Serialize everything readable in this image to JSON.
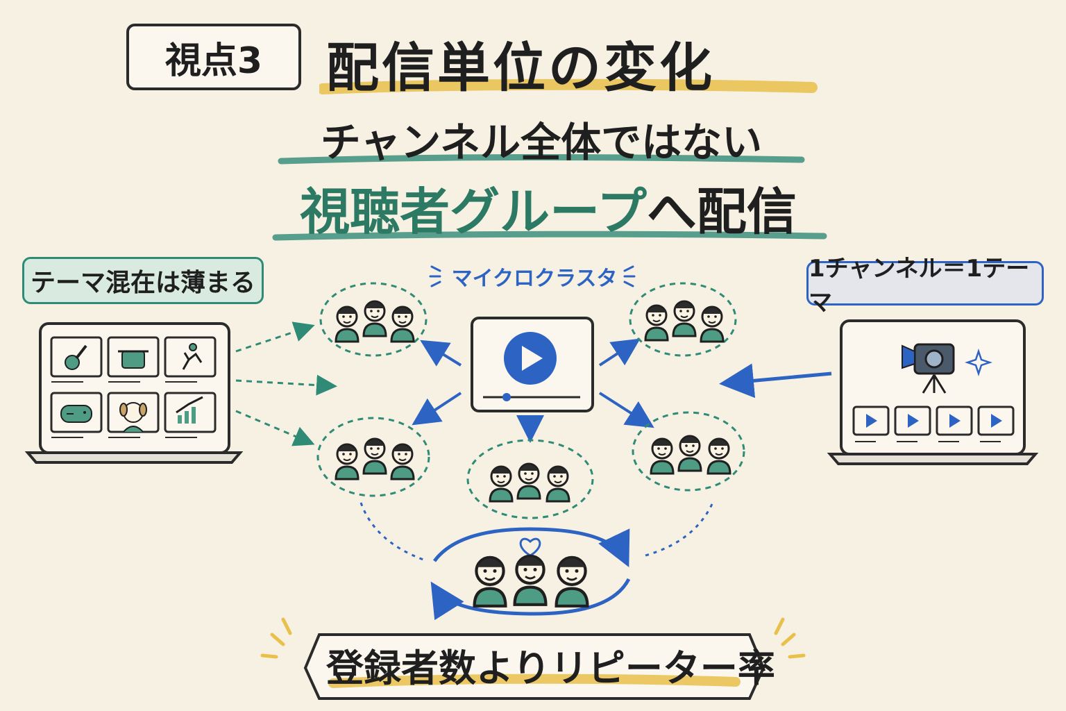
{
  "header": {
    "tag": "視点3",
    "title": "配信単位の変化",
    "subtitle_line1": "チャンネル全体ではない",
    "subtitle_line2_green": "視聴者グループ",
    "subtitle_line2_black": "へ配信"
  },
  "left_panel": {
    "label": "テーマ混在は薄まる",
    "tiles": [
      "guitar-icon",
      "pot-icon",
      "runner-icon",
      "gamepad-icon",
      "dog-icon",
      "chart-icon"
    ]
  },
  "right_panel": {
    "label": "1チャンネル＝1テーマ",
    "icons": [
      "camera-icon",
      "sparkle-icon",
      "play-icon"
    ]
  },
  "center": {
    "cluster_label": "マイクロクラスタ",
    "center_icon": "play-button-icon"
  },
  "bottom": {
    "text": "登録者数よりリピーター率",
    "icon": "heart-icon"
  },
  "colors": {
    "background": "#f7f1e3",
    "green": "#2d7a64",
    "teal": "#2f8a76",
    "blue": "#2d63c3",
    "yellow": "#e8c04a"
  }
}
